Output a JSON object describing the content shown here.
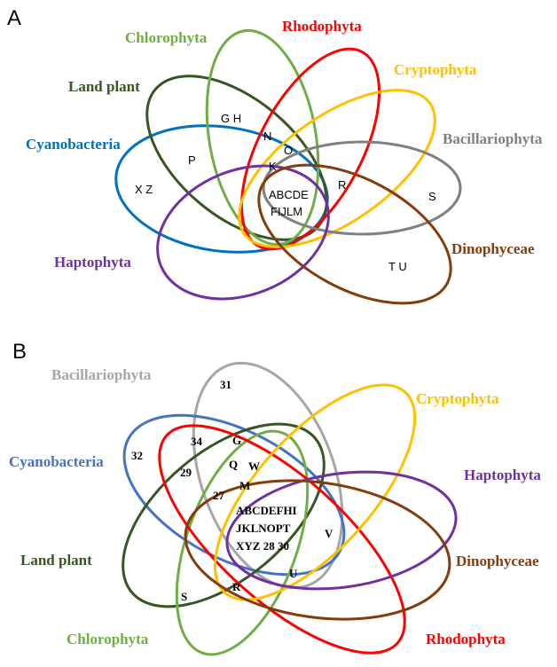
{
  "panel_a": {
    "letter": "A",
    "colors": {
      "chlorophyta": "#70ad47",
      "rhodophyta": "#ff0000",
      "cryptophyta": "#ffc000",
      "land_plant": "#375623",
      "cyanobacteria": "#0070c0",
      "bacillariophyta": "#808080",
      "haptophyta": "#7030a0",
      "dinophyceae": "#843c0c"
    },
    "labels": {
      "chlorophyta": "Chlorophyta",
      "rhodophyta": "Rhodophyta",
      "cryptophyta": "Cryptophyta",
      "land_plant": "Land plant",
      "cyanobacteria": "Cyanobacteria",
      "bacillariophyta": "Bacillariophyta",
      "haptophyta": "Haptophyta",
      "dinophyceae": "Dinophyceae"
    },
    "regions": {
      "gh": "G H",
      "n": "N",
      "o": "O",
      "k": "K",
      "p": "P",
      "xz": "X Z",
      "r": "R",
      "s": "S",
      "tu": "T U",
      "core1": "ABCDE",
      "core2": "FIJLM"
    }
  },
  "panel_b": {
    "letter": "B",
    "colors": {
      "bacillariophyta": "#a6a6a6",
      "cryptophyta": "#ffc000",
      "cyanobacteria": "#4472c4",
      "haptophyta": "#7030a0",
      "land_plant": "#375623",
      "dinophyceae": "#843c0c",
      "chlorophyta": "#70ad47",
      "rhodophyta": "#ff0000"
    },
    "labels": {
      "bacillariophyta": "Bacillariophyta",
      "cryptophyta": "Cryptophyta",
      "cyanobacteria": "Cyanobacteria",
      "haptophyta": "Haptophyta",
      "land_plant": "Land plant",
      "dinophyceae": "Dinophyceae",
      "chlorophyta": "Chlorophyta",
      "rhodophyta": "Rhodophyta"
    },
    "regions": {
      "r31": "31",
      "r32": "32",
      "r34": "34",
      "g": "G",
      "r29": "29",
      "q": "Q",
      "w": "W",
      "m": "M",
      "r27": "27",
      "v": "V",
      "u": "U",
      "s": "S",
      "r": "R",
      "core1": "ABCDEFHI",
      "core2": "JKLNOPT",
      "core3": "XYZ 28 30"
    }
  }
}
